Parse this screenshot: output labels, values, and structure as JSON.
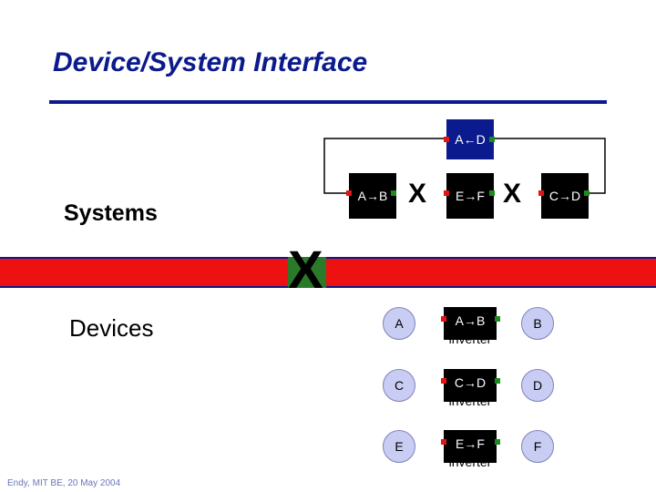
{
  "title": "Device/System Interface",
  "sections": {
    "systems": "Systems",
    "devices": "Devices"
  },
  "systems": {
    "top": "A←D",
    "left": "A→B",
    "middle": "E→F",
    "right": "C→D",
    "blocked_marker": "X"
  },
  "barrier_marker": "X",
  "devices": [
    {
      "input": "A",
      "gate": "A→B",
      "gate_type": "inverter",
      "output": "B"
    },
    {
      "input": "C",
      "gate": "C→D",
      "gate_type": "inverter",
      "output": "D"
    },
    {
      "input": "E",
      "gate": "E→F",
      "gate_type": "inverter",
      "output": "F"
    }
  ],
  "footer": "Endy, MIT BE, 20 May 2004",
  "colors": {
    "title": "#0b1a8c",
    "system_box": "#000000",
    "system_box_top": "#0b1a8c",
    "barrier_fill": "#ee1111",
    "barrier_border": "#0b1a8c",
    "barrier_gap": "#2a7a2a",
    "port_in": "#e21414",
    "port_out": "#1a8c1a",
    "signal_circle": "#c9cdf3"
  }
}
